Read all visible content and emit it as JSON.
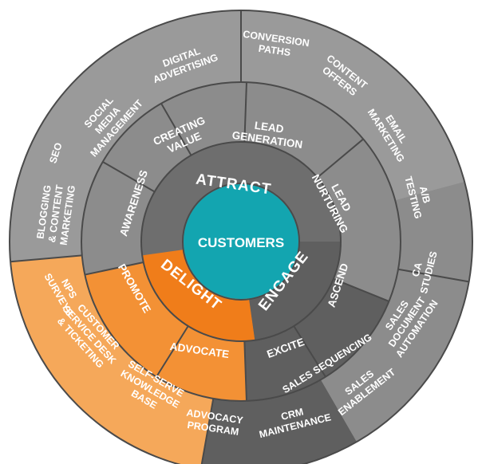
{
  "colors": {
    "outer_gray": "#9a9a9a",
    "mid_gray": "#8c8c8c",
    "inner_gray": "#7d7d7d",
    "ring4_gray": "#6e6e6e",
    "dark_gray": "#5f5f5f",
    "outer_orange": "#f5a85a",
    "mid_orange": "#f39135",
    "inner_orange": "#f07d1a",
    "core_teal": "#13a5b0",
    "border": "#4a4a4a",
    "text": "#ffffff"
  },
  "core": {
    "label": "CUSTOMERS"
  },
  "stages": {
    "attract": "ATTRACT",
    "engage": "ENGAGE",
    "delight": "DELIGHT"
  },
  "middle_ring": {
    "creating_value": [
      "CREATING",
      "VALUE"
    ],
    "lead_generation": [
      "LEAD",
      "GENERATION"
    ],
    "lead_nurturing": [
      "LEAD",
      "NURTURING"
    ],
    "awareness": [
      "AWARENESS"
    ],
    "ascend": [
      "ASCEND"
    ],
    "excite": [
      "EXCITE"
    ],
    "advocate": [
      "ADVOCATE"
    ],
    "promote": [
      "PROMOTE"
    ]
  },
  "outer_ring": {
    "digital_advertising": [
      "DIGITAL",
      "ADVERTISING"
    ],
    "conversion_paths": [
      "CONVERSION",
      "PATHS"
    ],
    "content_offers": [
      "CONTENT",
      "OFFERS"
    ],
    "email_marketing": [
      "EMAIL",
      "MARKETING"
    ],
    "ab_testing": [
      "A/B",
      "TESTING"
    ],
    "social_media": [
      "SOCIAL",
      "MEDIA",
      "MANAGEMENT"
    ],
    "seo": [
      "SEO"
    ],
    "blogging": [
      "BLOGGING",
      "& CONTENT",
      "MARKETING"
    ],
    "nps_surveys": [
      "NPS",
      "SURVEYS"
    ],
    "customer_service": [
      "CUSTOMER",
      "SERVICE DESK",
      "& TICKETING"
    ],
    "self_serve": [
      "SELF-SERVE",
      "KNOWLEDGE",
      "BASE"
    ],
    "advocacy_program": [
      "ADVOCACY",
      "PROGRAM"
    ],
    "ca_studies": [
      "CA",
      "STUDIES"
    ],
    "sales_document_automation": [
      "SALES",
      "DOCUMENT",
      "AUTOMATION"
    ],
    "sales_sequencing": [
      "SALES SEQUENCING"
    ],
    "sales_enablement": [
      "SALES",
      "ENABLEMENT"
    ],
    "crm_maintenance": [
      "CRM",
      "MAINTENANCE"
    ]
  }
}
